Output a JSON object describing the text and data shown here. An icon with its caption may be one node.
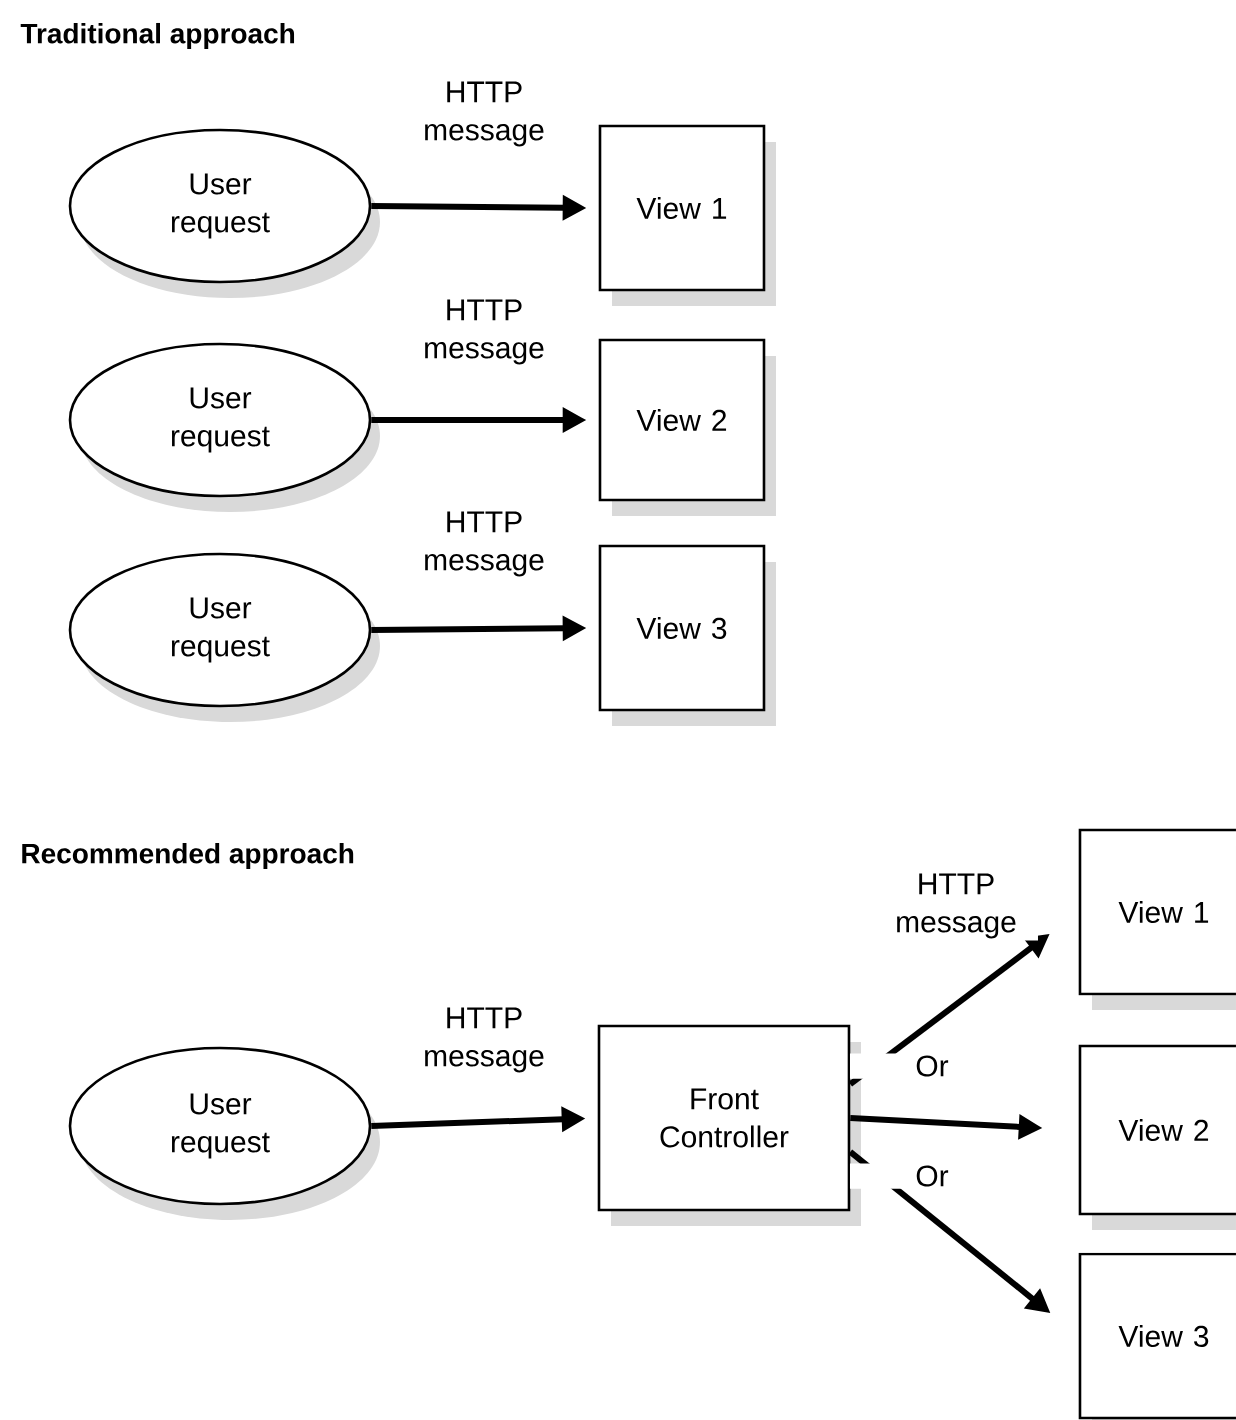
{
  "diagram": {
    "nodes": [
      {
        "text": [
          "User request"
        ]
      },
      {
        "text": [
          "View 1"
        ]
      },
      {
        "text": [
          "User request"
        ]
      },
      {
        "text": [
          "View 2"
        ]
      },
      {
        "text": [
          "User request"
        ]
      },
      {
        "text": [
          "View 3"
        ]
      },
      {
        "text": [
          "User request"
        ]
      },
      {
        "text": [
          "Front Controller"
        ]
      },
      {
        "text": [
          "View 1"
        ]
      },
      {
        "text": [
          "View 2"
        ]
      },
      {
        "text": [
          "View 3"
        ]
      }
    ],
    "edges": [
      {
        "from": 0,
        "to": 1,
        "arrow": "to",
        "label": "HTTP message"
      },
      {
        "from": 2,
        "to": 3,
        "arrow": "to",
        "label": "HTTP message"
      },
      {
        "from": 4,
        "to": 5,
        "arrow": "to",
        "label": "HTTP message"
      },
      {
        "from": 6,
        "to": 7,
        "arrow": "to",
        "label": "HTTP message"
      },
      {
        "from": 7,
        "to": 8,
        "arrow": "to",
        "label": "HTTP message"
      },
      {
        "from": 7,
        "to": 9,
        "arrow": "to",
        "label": "Or"
      },
      {
        "from": 7,
        "to": 10,
        "arrow": "to",
        "label": "Or"
      }
    ],
    "labels": [
      "Traditional approach",
      "Recommended approach"
    ]
  }
}
